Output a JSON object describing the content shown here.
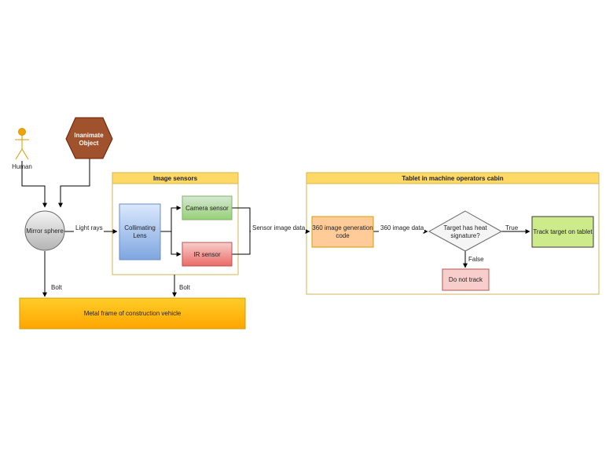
{
  "diagram": {
    "actors": {
      "human": "Human",
      "inanimate_line1": "Inanimate",
      "inanimate_line2": "Object"
    },
    "nodes": {
      "mirror_sphere": "Mirror sphere",
      "collimating_line1": "Collimating",
      "collimating_line2": "Lens",
      "camera_sensor": "Camera sensor",
      "ir_sensor": "IR sensor",
      "metal_frame": "Metal frame of construction vehicle",
      "image_gen_line1": "360 image generation",
      "image_gen_line2": "code",
      "heat_line1": "Target has heat",
      "heat_line2": "signature?",
      "track_target": "Track target on tablet",
      "do_not_track": "Do not track"
    },
    "containers": {
      "image_sensors": "Image sensors",
      "tablet": "Tablet in machine operators cabin"
    },
    "edges": {
      "light_rays": "Light rays",
      "bolt_left": "Bolt",
      "bolt_right": "Bolt",
      "sensor_image_data": "Sensor image data",
      "image_data_360": "360 image data",
      "true": "True",
      "false": "False"
    },
    "colors": {
      "container_fill": "#fff2cc",
      "container_stroke": "#d6b656",
      "lens_fill": "#7ea6e0",
      "camera_fill": "#b9e0a5",
      "ir_fill": "#ea6b66",
      "frame_fill": "#ffb300",
      "codebox_fill": "#ffcc99",
      "track_fill": "#cdeb8b",
      "donottrack_fill": "#f8cecc",
      "hexagon_fill": "#a0522d",
      "actor_fill": "#f0a30a"
    }
  }
}
